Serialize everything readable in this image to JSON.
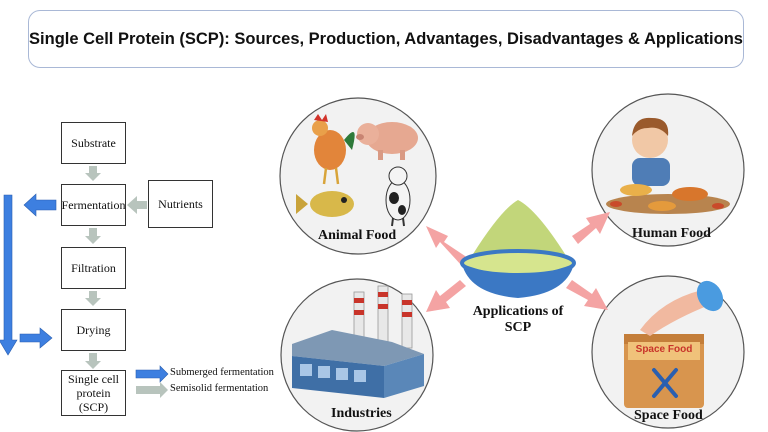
{
  "title": "Single Cell Protein (SCP): Sources, Production, Advantages, Disadvantages & Applications",
  "flow": {
    "substrate": "Substrate",
    "fermentation": "Fermentation",
    "nutrients": "Nutrients",
    "filtration": "Filtration",
    "drying": "Drying",
    "scp_line1": "Single cell",
    "scp_line2": "protein (SCP)"
  },
  "legend": {
    "submerged": "Submerged fermentation",
    "semisolid": "Semisolid fermentation"
  },
  "applications": {
    "center_line1": "Applications of",
    "center_line2": "SCP",
    "animal_food": "Animal Food",
    "human_food": "Human Food",
    "industries": "Industries",
    "space_food": "Space Food",
    "space_food_badge": "Space Food"
  },
  "colors": {
    "blue_arrow": "#3d7fe0",
    "gray_arrow": "#b8c4bd",
    "pink_arrow": "#f4a3a3",
    "powder": "#c2d67a",
    "bowl": "#3b78c4",
    "circle_bg": "#f2f2f2"
  }
}
